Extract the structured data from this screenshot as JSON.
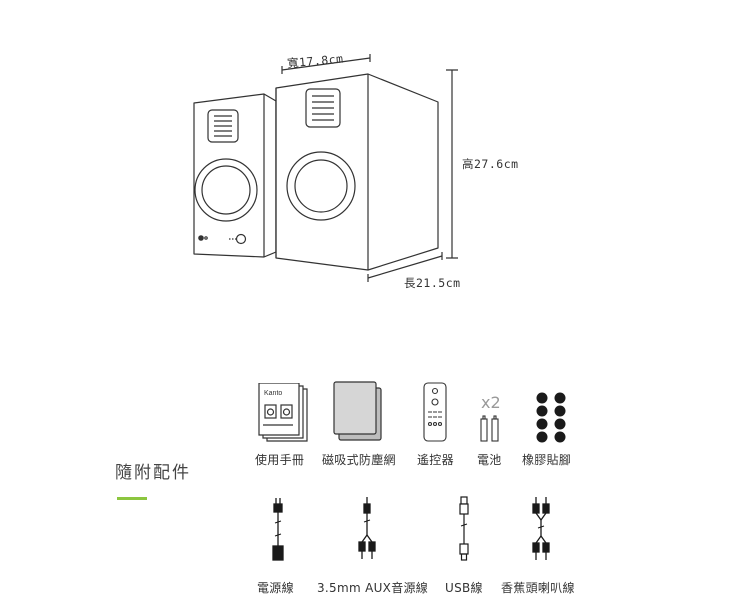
{
  "dimensions": {
    "width": "寬17.8cm",
    "height": "高27.6cm",
    "length": "長21.5cm"
  },
  "section_title": "隨附配件",
  "brand_logo_text": "Kanto",
  "accessories_row1": [
    {
      "label": "使用手冊",
      "icon": "manual-icon"
    },
    {
      "label": "磁吸式防塵網",
      "icon": "magnetic-grille-icon"
    },
    {
      "label": "遙控器",
      "icon": "remote-control-icon"
    },
    {
      "label": "電池",
      "icon": "battery-icon",
      "badge": "x2"
    },
    {
      "label": "橡膠貼腳",
      "icon": "rubber-feet-icon"
    }
  ],
  "accessories_row2": [
    {
      "label": "電源線",
      "icon": "power-cable-icon"
    },
    {
      "label": "3.5mm AUX音源線",
      "icon": "aux-cable-icon"
    },
    {
      "label": "USB線",
      "icon": "usb-cable-icon"
    },
    {
      "label": "香蕉頭喇叭線",
      "icon": "speaker-wire-icon"
    }
  ],
  "colors": {
    "accent": "#8cc63f",
    "line": "#333333"
  }
}
